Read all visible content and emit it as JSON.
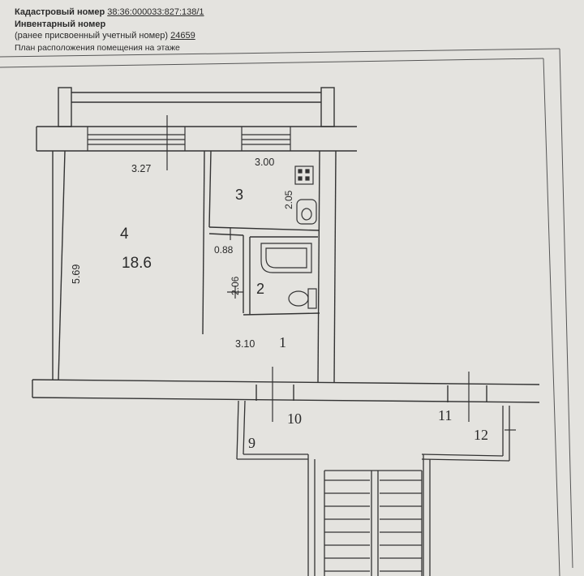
{
  "header": {
    "cadastral_label": "Кадастровый номер",
    "cadastral_number": "38:36:000033:827:138/1",
    "inventory_label": "Инвентарный номер",
    "previous_label": "(ранее присвоенный учетный номер)",
    "previous_number": "24659",
    "plan_title": "План расположения помещения на этаже"
  },
  "plan": {
    "rooms": {
      "r4_number": "4",
      "r4_area": "18.6",
      "r3_number": "3",
      "r2_number": "2",
      "r1_number": "1",
      "r9_number": "9",
      "r10_number": "10",
      "r11_number": "11",
      "r12_number": "12"
    },
    "dimensions": {
      "d327": "3.27",
      "d300": "3.00",
      "d205": "2.05",
      "d088": "0.88",
      "d569": "5.69",
      "d206": "2.06",
      "d310": "3.10"
    }
  }
}
